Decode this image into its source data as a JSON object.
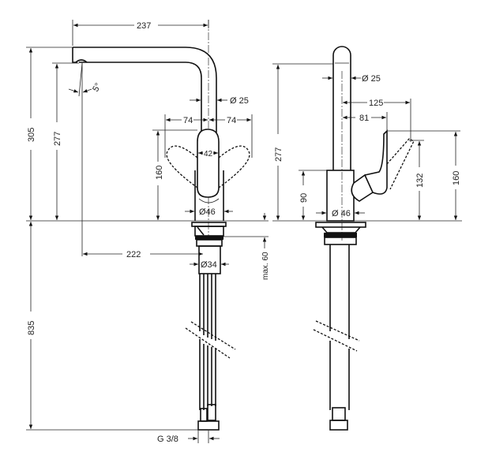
{
  "front_view": {
    "dim_spout_reach": "237",
    "dim_total_height": "305",
    "dim_outlet_height": "277",
    "dim_angle": "5°",
    "dim_spout_diameter": "Ø 25",
    "dim_handle_left": "74",
    "dim_handle_right": "74",
    "dim_handle_width": "42",
    "dim_handle_height": "160",
    "dim_body_diameter": "Ø46",
    "dim_outlet_to_shank": "222",
    "dim_shank_diameter": "Ø34",
    "dim_max_counter": "max. 60",
    "dim_hose_length": "835",
    "dim_hose_thread": "G 3/8"
  },
  "side_view": {
    "dim_spout_diameter": "Ø 25",
    "dim_lever_reach_open": "125",
    "dim_lever_reach": "81",
    "dim_outlet_height": "277",
    "dim_body_height": "90",
    "dim_body_diameter": "Ø 46",
    "dim_lever_height_open": "132",
    "dim_lever_height": "160"
  }
}
